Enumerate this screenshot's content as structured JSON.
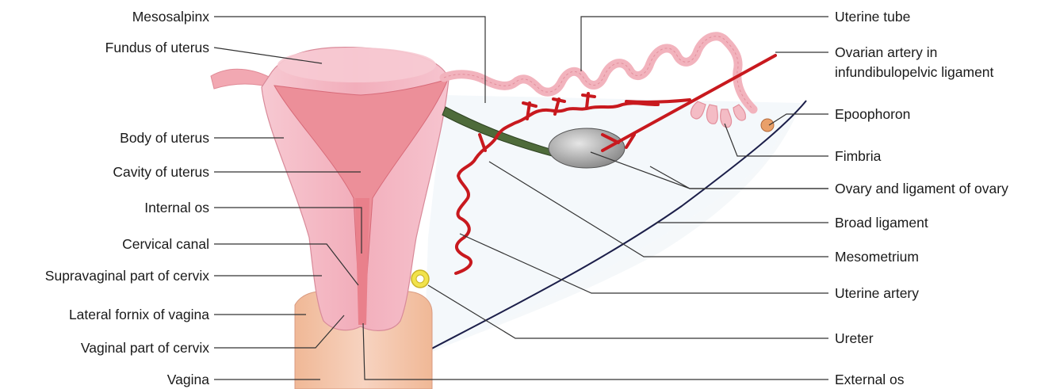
{
  "labels_left": [
    "Mesosalpinx",
    "Fundus of uterus",
    "Body of uterus",
    "Cavity of uterus",
    "Internal os",
    "Cervical canal",
    "Supravaginal part of cervix",
    "Lateral fornix of vagina",
    "Vaginal part of cervix",
    "Vagina"
  ],
  "labels_right": [
    "Uterine tube",
    "Ovarian artery in",
    "infundibulopelvic ligament",
    "Epoophoron",
    "Fimbria",
    "Ovary and ligament of ovary",
    "Broad ligament",
    "Mesometrium",
    "Uterine artery",
    "Ureter",
    "External os"
  ],
  "colors": {
    "uterus_wall": "#f4b8c3",
    "cavity": "#e97a85",
    "vagina": "#f3c0a6",
    "artery": "#c8191e",
    "ligament_of_ovary": "#4e6b3a",
    "ovary": "#9d9d9d",
    "broad_ligament_edge": "#1c1f4a",
    "epoophoron": "#e9a06a",
    "ureter": "#f2e34c"
  }
}
